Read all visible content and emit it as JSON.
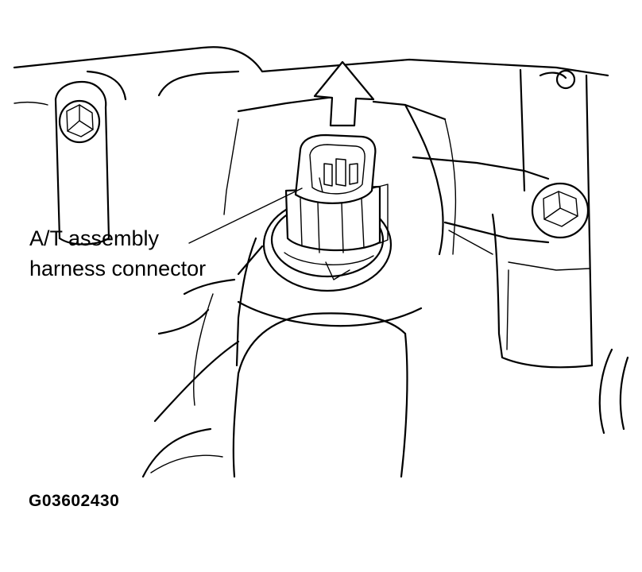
{
  "diagram": {
    "callout_label": {
      "line1": "A/T assembly",
      "line2": "harness connector"
    },
    "figure_code": "G03602430",
    "icons": [
      "up-arrow-icon",
      "bolt-icon"
    ],
    "colors": {
      "ink": "#000000",
      "paper": "#ffffff"
    }
  }
}
